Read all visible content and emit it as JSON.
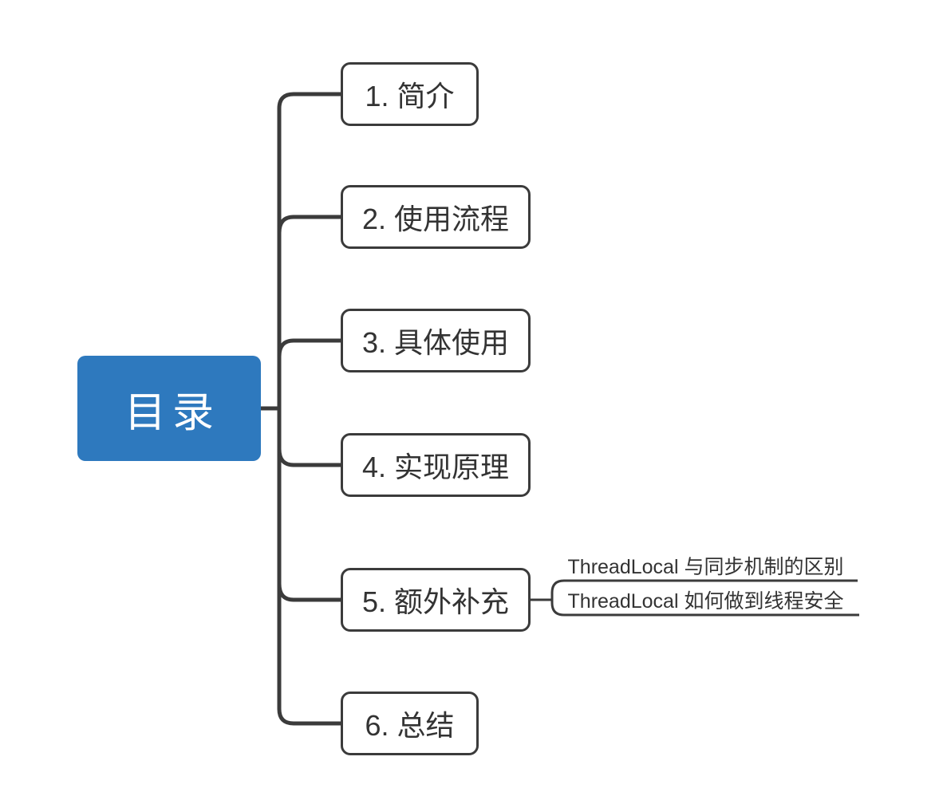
{
  "diagram": {
    "type": "mindmap",
    "root": {
      "label": "目录"
    },
    "branches": [
      {
        "label": "1. 简介"
      },
      {
        "label": "2. 使用流程"
      },
      {
        "label": "3. 具体使用"
      },
      {
        "label": "4. 实现原理"
      },
      {
        "label": "5. 额外补充",
        "children": [
          "ThreadLocal 与同步机制的区别",
          "ThreadLocal 如何做到线程安全"
        ]
      },
      {
        "label": "6. 总结"
      }
    ],
    "colors": {
      "root_fill": "#2E79BE",
      "root_text": "#FFFFFF",
      "connector_line": "#3B3B3B",
      "node_border": "#3B3B3B",
      "node_text": "#333333",
      "background": "#FFFFFF"
    }
  }
}
